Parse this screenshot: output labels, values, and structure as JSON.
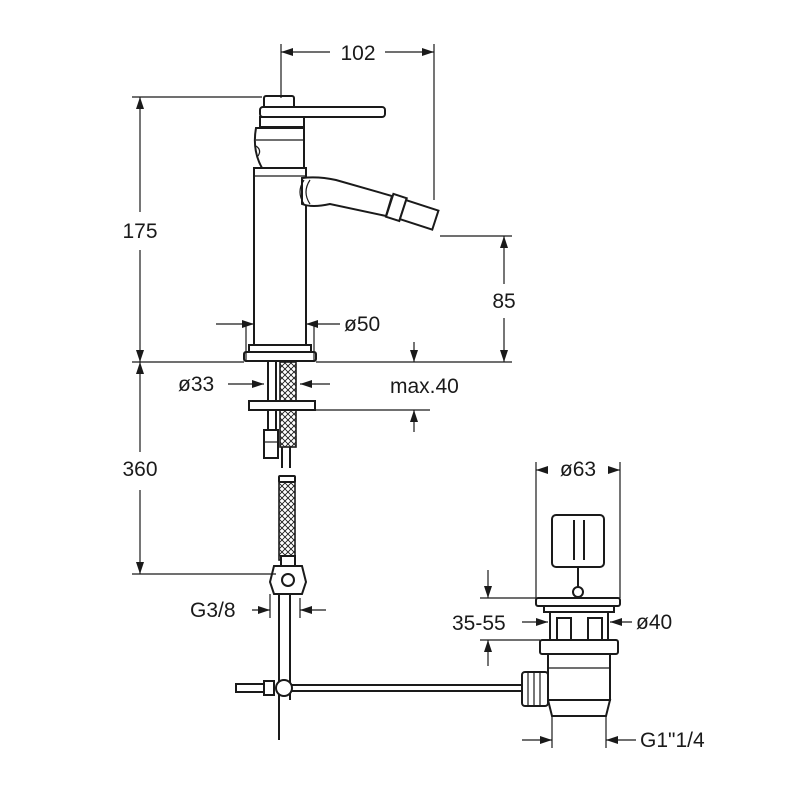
{
  "dimensions": {
    "width_102": "102",
    "height_175": "175",
    "spout_85": "85",
    "body_dia_50": "ø50",
    "shank_dia_33": "ø33",
    "max_40": "max.40",
    "hose_360": "360",
    "thread_g38": "G3/8",
    "waste_dia_63": "ø63",
    "range_35_55": "35-55",
    "waste_dia_40": "ø40",
    "thread_g1_14": "G1\"1/4"
  }
}
